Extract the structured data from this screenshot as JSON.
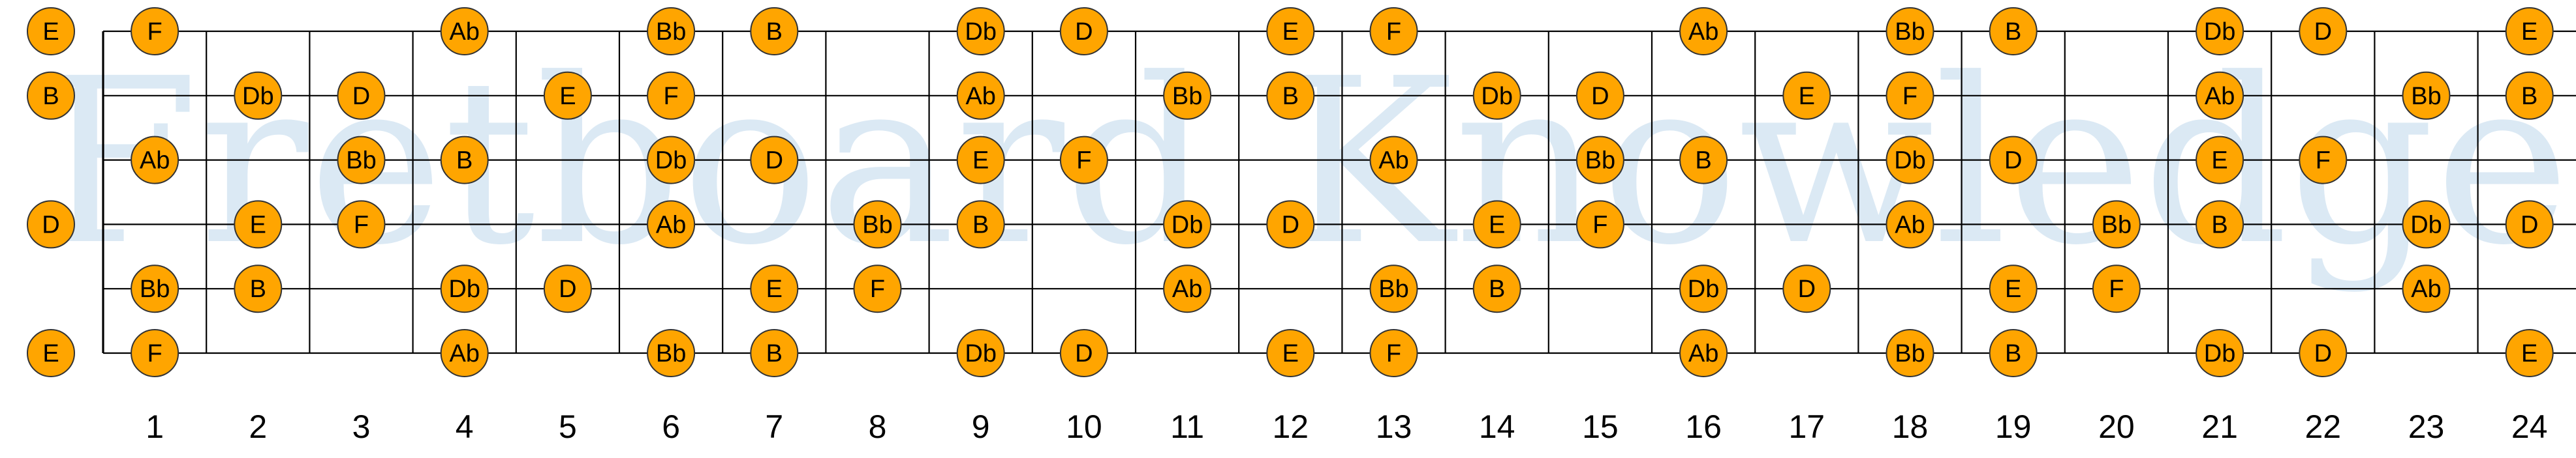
{
  "watermark": "Fretboard Knowledge",
  "colors": {
    "note_fill": "#ffa500",
    "note_stroke": "#333333",
    "line": "#000000",
    "watermark": "#dbe9f4",
    "text": "#000000"
  },
  "fret_numbers": [
    "1",
    "2",
    "3",
    "4",
    "5",
    "6",
    "7",
    "8",
    "9",
    "10",
    "11",
    "12",
    "13",
    "14",
    "15",
    "16",
    "17",
    "18",
    "19",
    "20",
    "21",
    "22",
    "23",
    "24"
  ],
  "strings": [
    {
      "open": "E",
      "notes": [
        "F",
        "",
        "",
        "Ab",
        "",
        "Bb",
        "B",
        "",
        "Db",
        "D",
        "",
        "E",
        "F",
        "",
        "",
        "Ab",
        "",
        "Bb",
        "B",
        "",
        "Db",
        "D",
        "",
        "E"
      ]
    },
    {
      "open": "B",
      "notes": [
        "",
        "Db",
        "D",
        "",
        "E",
        "F",
        "",
        "",
        "Ab",
        "",
        "Bb",
        "B",
        "",
        "Db",
        "D",
        "",
        "E",
        "F",
        "",
        "",
        "Ab",
        "",
        "Bb",
        "B"
      ]
    },
    {
      "open": "",
      "notes": [
        "Ab",
        "",
        "Bb",
        "B",
        "",
        "Db",
        "D",
        "",
        "E",
        "F",
        "",
        "",
        "Ab",
        "",
        "Bb",
        "B",
        "",
        "Db",
        "D",
        "",
        "E",
        "F",
        "",
        ""
      ]
    },
    {
      "open": "D",
      "notes": [
        "",
        "E",
        "F",
        "",
        "",
        "Ab",
        "",
        "Bb",
        "B",
        "",
        "Db",
        "D",
        "",
        "E",
        "F",
        "",
        "",
        "Ab",
        "",
        "Bb",
        "B",
        "",
        "Db",
        "D"
      ]
    },
    {
      "open": "",
      "notes": [
        "Bb",
        "B",
        "",
        "Db",
        "D",
        "",
        "E",
        "F",
        "",
        "",
        "Ab",
        "",
        "Bb",
        "B",
        "",
        "Db",
        "D",
        "",
        "E",
        "F",
        "",
        "",
        "Ab",
        ""
      ]
    },
    {
      "open": "E",
      "notes": [
        "F",
        "",
        "",
        "Ab",
        "",
        "Bb",
        "B",
        "",
        "Db",
        "D",
        "",
        "E",
        "F",
        "",
        "",
        "Ab",
        "",
        "Bb",
        "B",
        "",
        "Db",
        "D",
        "",
        "E"
      ]
    }
  ]
}
